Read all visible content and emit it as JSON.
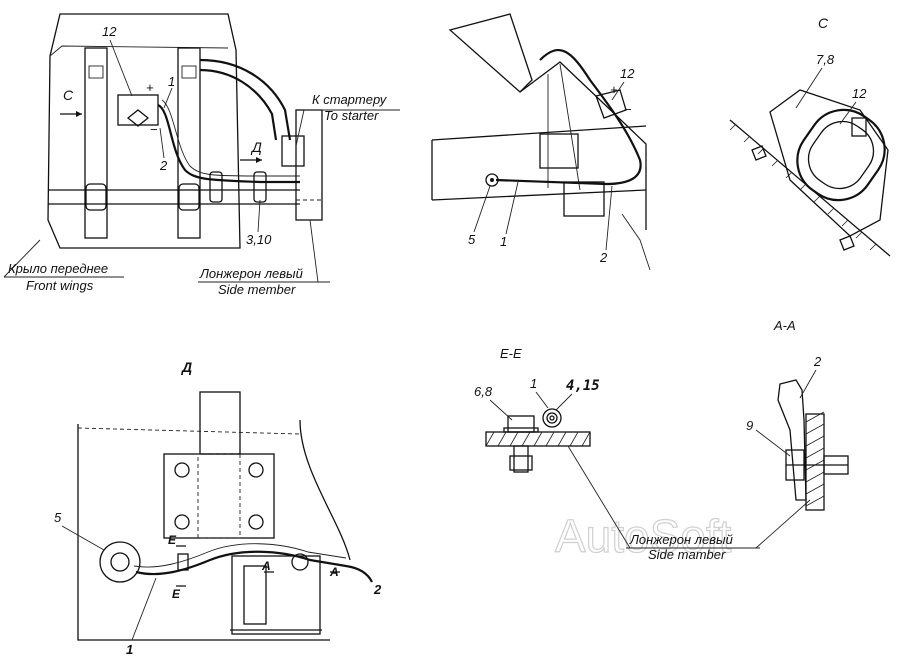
{
  "labels": {
    "top_left": {
      "part_12": "12",
      "part_1": "1",
      "part_2": "2",
      "plus": "+",
      "minus": "−",
      "view_c": "C",
      "view_d": "Д",
      "part_3_10": "3,10",
      "to_starter_ru": "К стартеру",
      "to_starter_en": "To starter",
      "front_wings_ru": "Крыло переднее",
      "front_wings_en": "Front wings",
      "side_member_ru": "Лонжерон левый",
      "side_member_en": "Side member"
    },
    "top_middle": {
      "part_12": "12",
      "plus": "+",
      "minus": "−",
      "part_5": "5",
      "part_1": "1",
      "part_2": "2"
    },
    "view_c": {
      "title": "C",
      "part_7_8": "7,8",
      "part_12": "12"
    },
    "view_d": {
      "title": "Д",
      "part_5": "5",
      "part_1": "1",
      "part_2": "2",
      "e_top": "E",
      "e_bottom": "E",
      "a_left": "A",
      "a_right": "A"
    },
    "view_ee": {
      "title": "E-E",
      "part_6_8": "6,8",
      "part_1": "1",
      "part_4_15": "4,15",
      "side_member_ru": "Лонжерон левый",
      "side_member_en": "Side mamber"
    },
    "view_aa": {
      "title": "A-A",
      "part_2": "2",
      "part_9": "9"
    },
    "watermark": "AutoSoft"
  }
}
